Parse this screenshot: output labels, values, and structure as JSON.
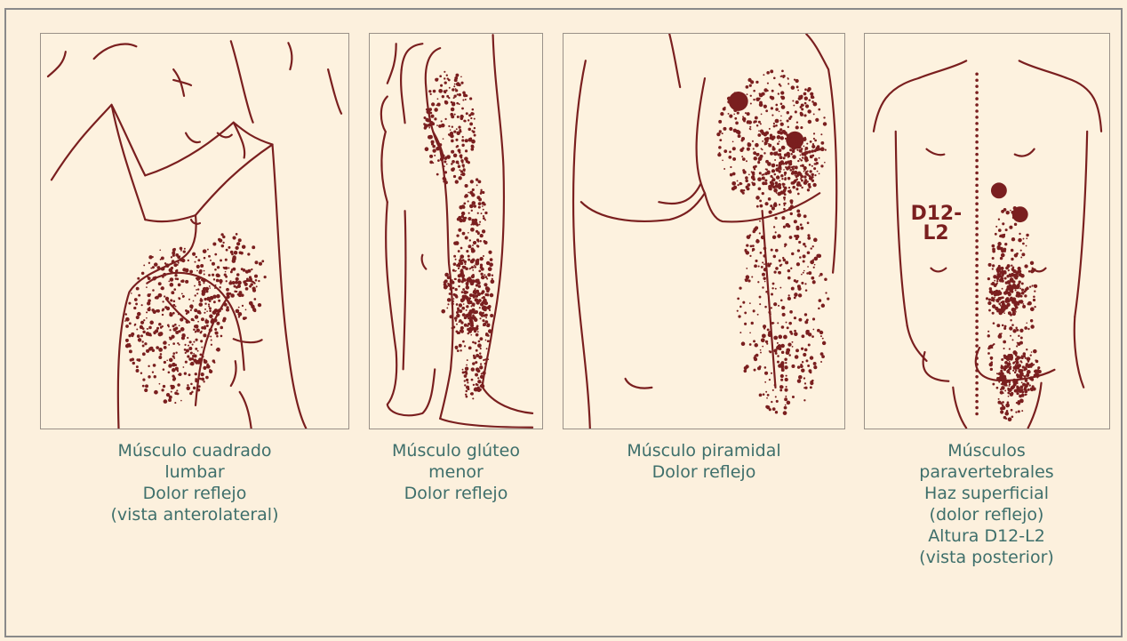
{
  "panels": [
    {
      "caption": [
        "Músculo cuadrado",
        "lumbar",
        "Dolor reflejo",
        "(vista anterolateral)"
      ]
    },
    {
      "caption": [
        "Músculo glúteo",
        "menor",
        "Dolor reflejo"
      ]
    },
    {
      "caption": [
        "Músculo piramidal",
        "Dolor reflejo"
      ]
    },
    {
      "caption": [
        "Músculos",
        "paravertebrales",
        "Haz superficial",
        "(dolor reflejo)",
        "Altura D12-L2",
        "(vista posterior)"
      ],
      "spine_label_top": "D12-",
      "spine_label_bottom": "L2"
    }
  ],
  "colors": {
    "ink": "#7a1f1f",
    "caption": "#3e6f6b",
    "background": "#fcf0dd"
  }
}
